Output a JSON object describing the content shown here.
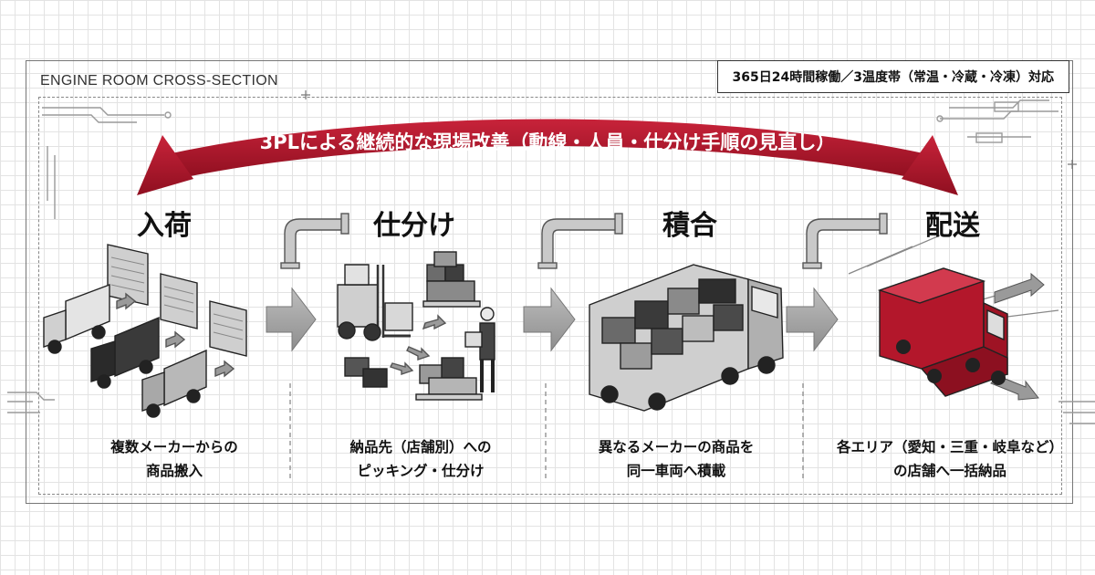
{
  "header": {
    "label": "ENGINE ROOM CROSS-SECTION",
    "operations": "365日24時間稼働／3温度帯（常温・冷蔵・冷凍）対応"
  },
  "banner": {
    "text": "3PLによる継続的な現場改善（動線・人員・仕分け手順の見直し）"
  },
  "steps": [
    {
      "title": "入荷",
      "caption_line1": "複数メーカーからの",
      "caption_line2": "商品搬入"
    },
    {
      "title": "仕分け",
      "caption_line1": "納品先（店舗別）への",
      "caption_line2": "ピッキング・仕分け"
    },
    {
      "title": "積合",
      "caption_line1": "異なるメーカーの商品を",
      "caption_line2": "同一車両へ積載"
    },
    {
      "title": "配送",
      "caption_line1": "各エリア（愛知・三重・岐阜など）",
      "caption_line2": "の店舗へ一括納品"
    }
  ],
  "colors": {
    "accent_red": "#b3172b",
    "gray_arrow": "#a3a3a3",
    "truck_dark": "#3a3a3a",
    "truck_light": "#d4d4d4"
  }
}
